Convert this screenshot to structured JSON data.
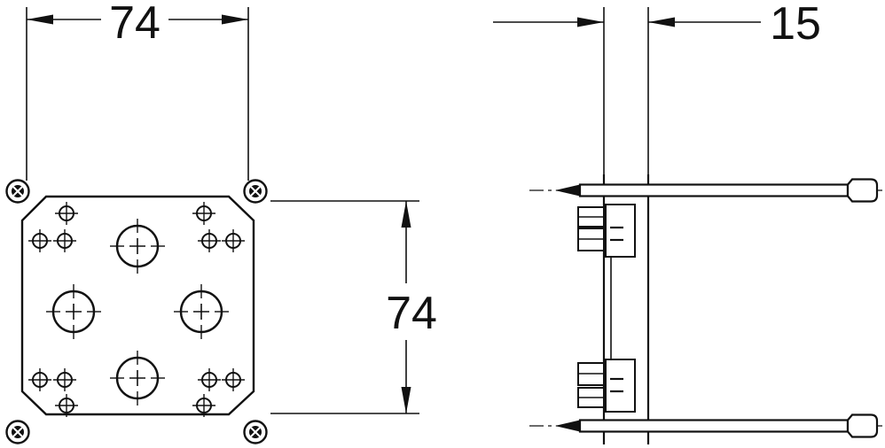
{
  "drawing": {
    "kind": "technical-drawing-two-views",
    "dimension_labels": {
      "top_width": "74",
      "side_height": "74",
      "profile_offset": "15"
    },
    "colors": {
      "line": "#111111",
      "background": "#ffffff"
    }
  }
}
